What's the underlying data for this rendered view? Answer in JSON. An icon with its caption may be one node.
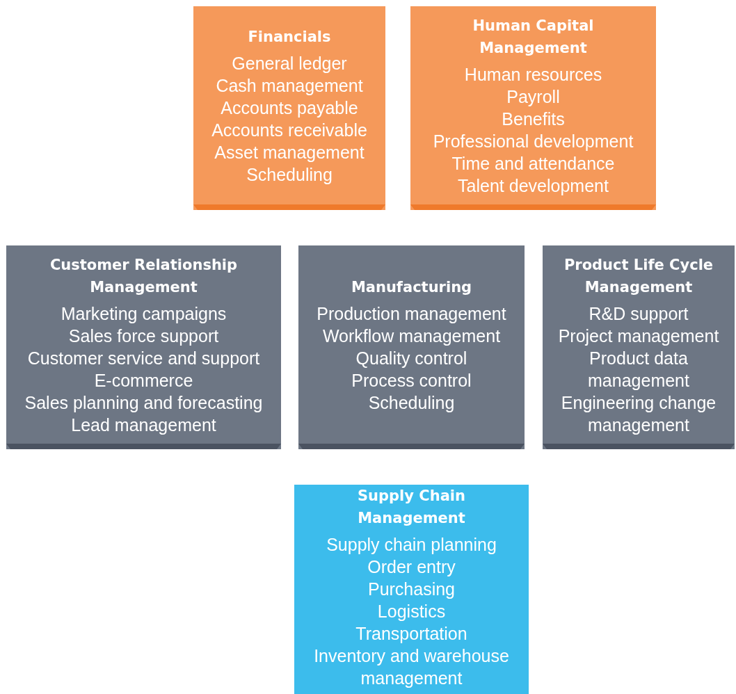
{
  "diagram": {
    "nodes": [
      {
        "text": [
          "Financials",
          "General ledger",
          "Cash management",
          "Accounts payable",
          "Accounts receivable",
          "Asset management",
          "Scheduling"
        ]
      },
      {
        "text": [
          "Human Capital Management",
          "Human resources",
          "Payroll",
          "Benefits",
          "Professional development",
          "Time and attendance",
          "Talent development"
        ]
      },
      {
        "text": [
          "Customer Relationship Management",
          "Marketing campaigns",
          "Sales force support",
          "Customer service and support",
          "E-commerce",
          "Sales planning and forecasting",
          "Lead management"
        ]
      },
      {
        "text": [
          "Manufacturing",
          "Production management",
          "Workflow management",
          "Quality control",
          "Process control",
          "Scheduling"
        ]
      },
      {
        "text": [
          "Product Life Cycle Management",
          "R&D support",
          "Project management",
          "Product data management",
          "Engineering change management"
        ]
      },
      {
        "text": [
          "Supply Chain Management",
          "Supply chain planning",
          "Order entry",
          "Purchasing",
          "Logistics",
          "Transportation",
          "Inventory and warehouse management"
        ]
      }
    ]
  }
}
